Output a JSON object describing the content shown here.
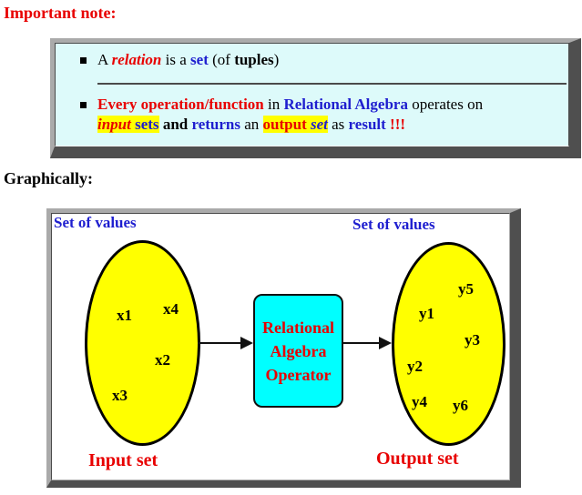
{
  "headings": {
    "important_note": "Important note:",
    "graphically": "Graphically:"
  },
  "note": {
    "bullet1": {
      "prefix": "A ",
      "relation": "relation",
      "is_a": " is a ",
      "set": "set",
      "paren_of": " (of ",
      "tuples": "tuples",
      "paren_close": ")"
    },
    "bullet2_line1": {
      "every": "Every operation/function",
      "in": " in ",
      "relational_algebra": "Relational Algebra",
      "operates_on": " operates on"
    },
    "bullet2_line2": {
      "input": "input",
      "sets": " sets",
      "and": " and ",
      "returns": "returns",
      "an": " an ",
      "output": "output",
      "set": " set",
      "as": " as ",
      "result": "result",
      "bangs": " !!!"
    }
  },
  "diagram": {
    "input_title": "Set of values",
    "output_title": "Set of values",
    "operator_lines": [
      "Relational",
      "Algebra",
      "Operator"
    ],
    "input_items": [
      "x1",
      "x4",
      "x2",
      "x3"
    ],
    "output_items": [
      "y5",
      "y1",
      "y3",
      "y2",
      "y4",
      "y6"
    ],
    "input_caption": "Input set",
    "output_caption": "Output set"
  },
  "colors": {
    "accent_red": "#e80000",
    "accent_blue": "#1e1ecf",
    "note_background": "#ddfafa",
    "ellipse_fill": "#ffff00",
    "operator_fill": "#00ffff",
    "highlight": "#ffff00"
  }
}
